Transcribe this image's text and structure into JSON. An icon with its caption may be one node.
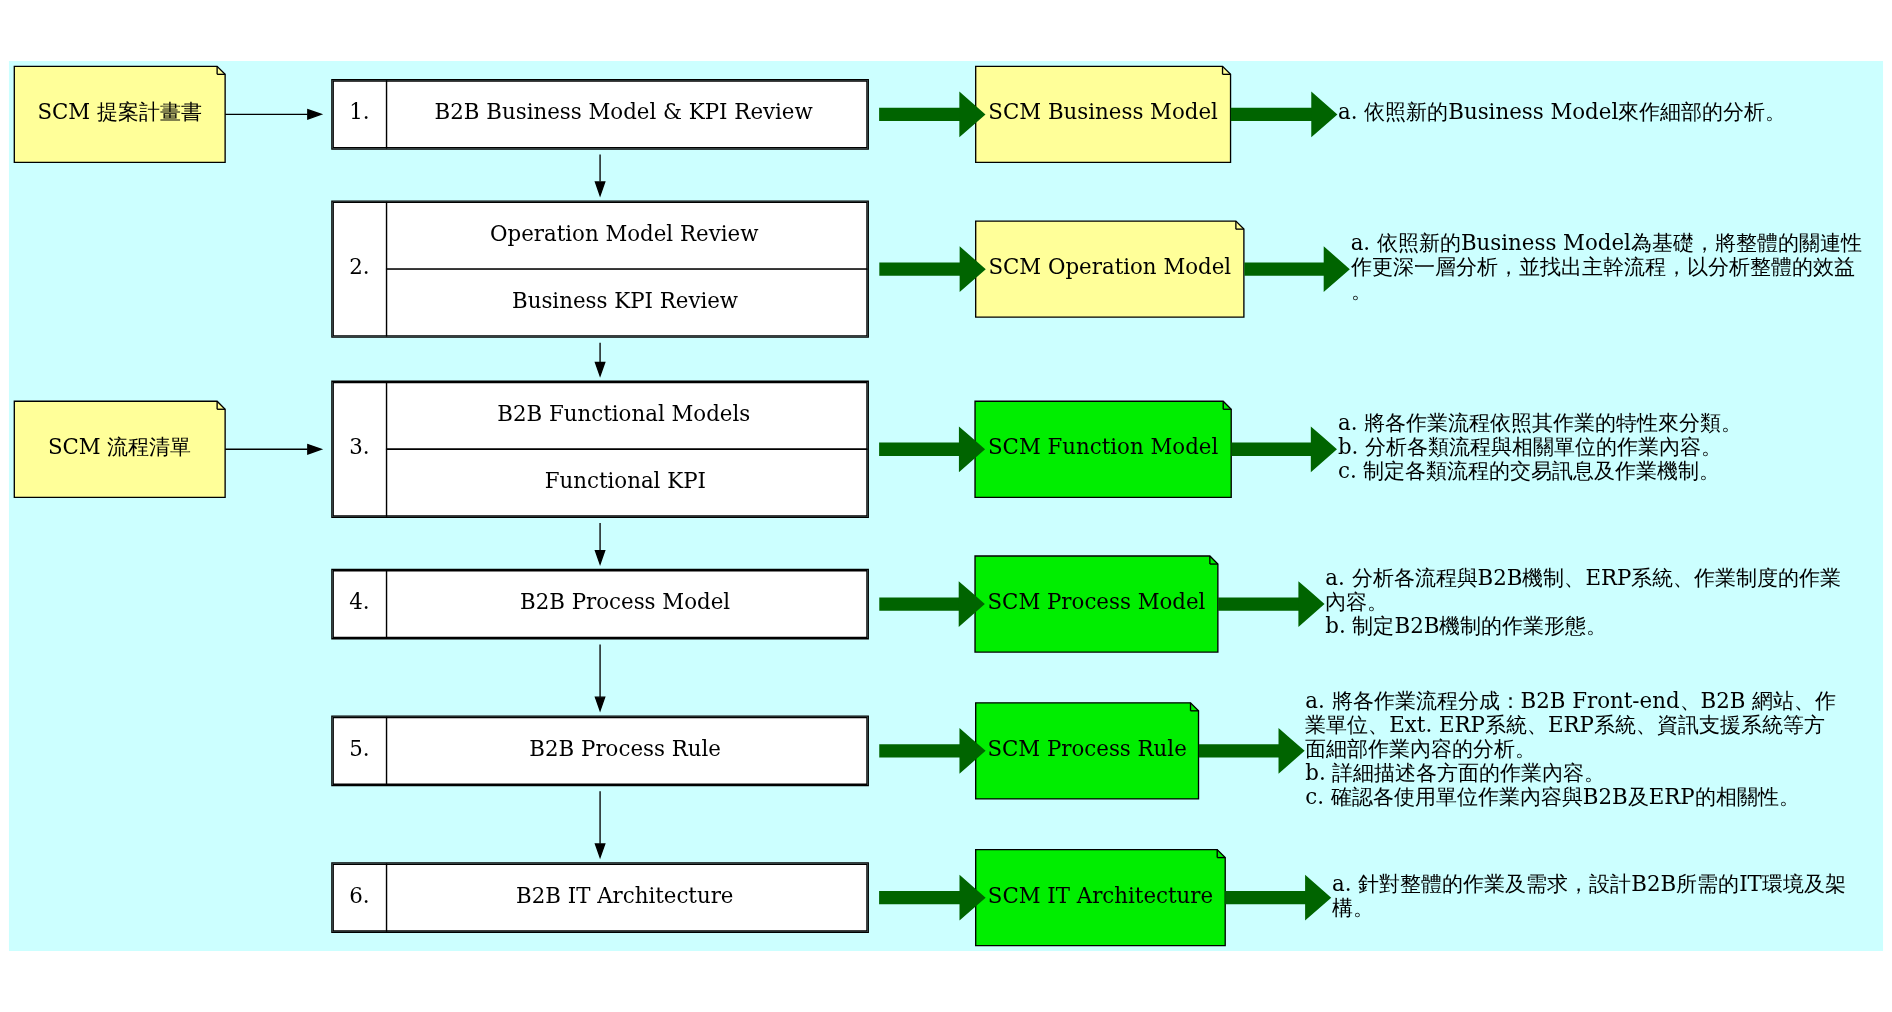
{
  "diagram": {
    "nodes": [
      {
        "text": [
          "SCM 提案計畫書"
        ]
      },
      {
        "text": [
          "1.",
          "B2B Business Model & KPI Review"
        ]
      },
      {
        "text": [
          "SCM Business Model"
        ]
      },
      {
        "text": [
          "a. 依照新的Business Model來作細部的分析。"
        ]
      },
      {
        "text": [
          "2.",
          "Operation Model Review",
          "Business KPI Review"
        ]
      },
      {
        "text": [
          "SCM Operation Model"
        ]
      },
      {
        "text": [
          "a. 依照新的Business Model為基礎，將整體的關連性作更深一層分析，並找出主幹流程，以分析整體的效益。"
        ]
      },
      {
        "text": [
          "SCM 流程清單"
        ]
      },
      {
        "text": [
          "3.",
          "B2B Functional Models",
          "Functional KPI"
        ]
      },
      {
        "text": [
          "SCM Function Model"
        ]
      },
      {
        "text": [
          "a. 將各作業流程依照其作業的特性來分類。",
          "b. 分析各類流程與相關單位的作業內容。",
          "c. 制定各類流程的交易訊息及作業機制。"
        ]
      },
      {
        "text": [
          "4.",
          "B2B Process Model"
        ]
      },
      {
        "text": [
          "SCM Process Model"
        ]
      },
      {
        "text": [
          "a. 分析各流程與B2B機制、ERP系統、作業制度的作業內容。",
          "b. 制定B2B機制的作業形態。"
        ]
      },
      {
        "text": [
          "5.",
          "B2B Process Rule"
        ]
      },
      {
        "text": [
          "SCM Process Rule"
        ]
      },
      {
        "text": [
          "a. 將各作業流程分成：B2B Front-end、B2B 網站、作業單位、Ext. ERP系統、ERP系統、資訊支援系統等方面細部作業內容的分析。",
          "b. 詳細描述各方面的作業內容。",
          "c. 確認各使用單位作業內容與B2B及ERP的相關性。"
        ]
      },
      {
        "text": [
          "6.",
          "B2B IT Architecture"
        ]
      },
      {
        "text": [
          "SCM IT Architecture"
        ]
      },
      {
        "text": [
          "a. 針對整體的作業及需求，設計B2B所需的IT環境及架構。"
        ]
      }
    ],
    "edges": [
      {
        "from": 0,
        "to": 1,
        "arrow": "to",
        "color": "#000000"
      },
      {
        "from": 1,
        "to": 2,
        "arrow": "to"
      },
      {
        "from": 2,
        "to": 3,
        "arrow": "to"
      },
      {
        "from": 1,
        "to": 4,
        "arrow": "to",
        "color": "#000000"
      },
      {
        "from": 4,
        "to": 5,
        "arrow": "to"
      },
      {
        "from": 5,
        "to": 6,
        "arrow": "to"
      },
      {
        "from": 7,
        "to": 8,
        "arrow": "to",
        "color": "#000000"
      },
      {
        "from": 4,
        "to": 8,
        "arrow": "to",
        "color": "#000000"
      },
      {
        "from": 8,
        "to": 9,
        "arrow": "to"
      },
      {
        "from": 9,
        "to": 10,
        "arrow": "to"
      },
      {
        "from": 8,
        "to": 11,
        "arrow": "to",
        "color": "#000000"
      },
      {
        "from": 11,
        "to": 12,
        "arrow": "to"
      },
      {
        "from": 12,
        "to": 13,
        "arrow": "to"
      },
      {
        "from": 11,
        "to": 14,
        "arrow": "to",
        "color": "#000000"
      },
      {
        "from": 14,
        "to": 15,
        "arrow": "to"
      },
      {
        "from": 15,
        "to": 16,
        "arrow": "to"
      },
      {
        "from": 14,
        "to": 17,
        "arrow": "to",
        "color": "#000000"
      },
      {
        "from": 17,
        "to": 18,
        "arrow": "to"
      },
      {
        "from": 18,
        "to": 19,
        "arrow": "to"
      }
    ]
  }
}
